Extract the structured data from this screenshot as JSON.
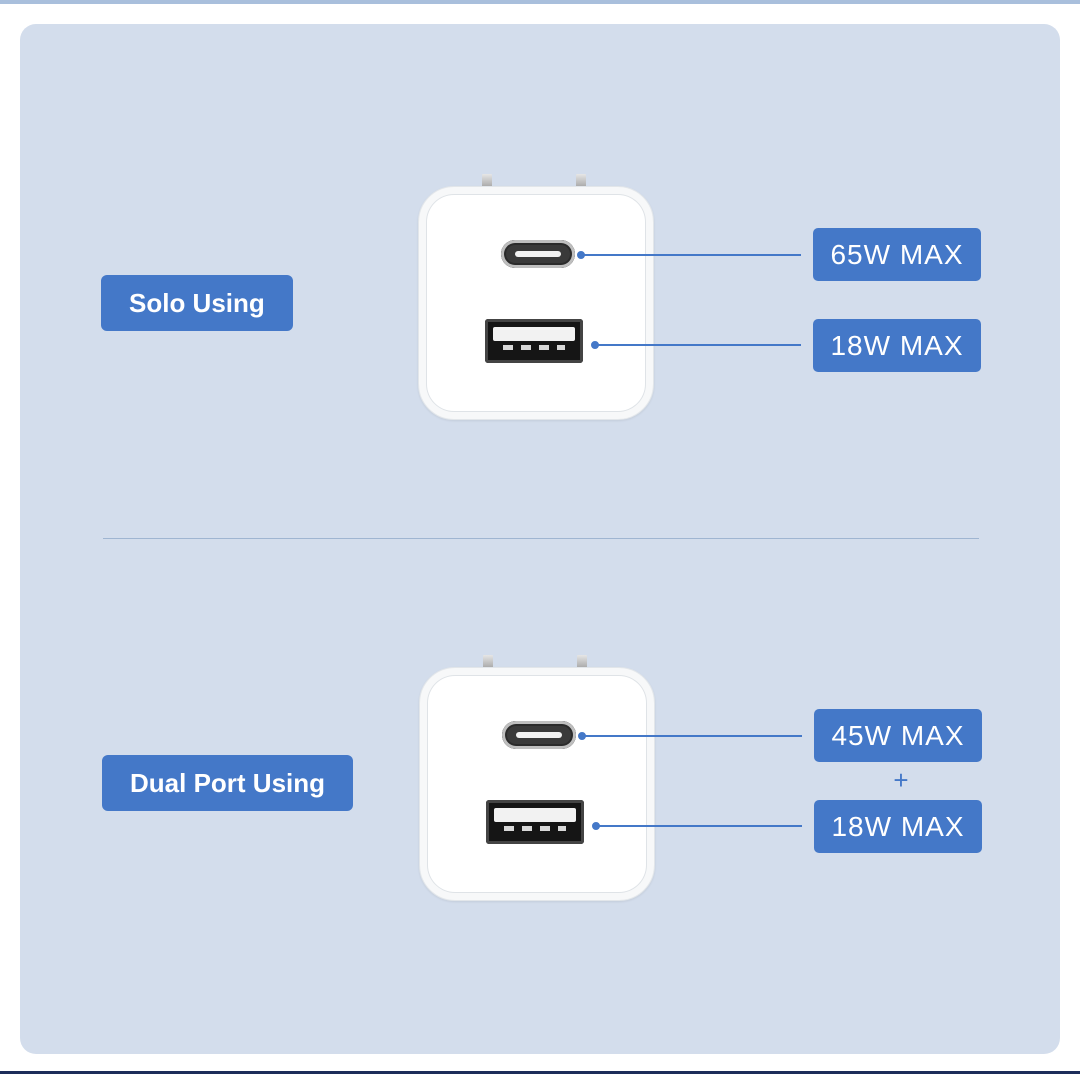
{
  "colors": {
    "panel_background": "#d3ddec",
    "accent": "#4478c8",
    "divider": "#9fb5d1"
  },
  "solo": {
    "mode_label": "Solo Using",
    "usb_c_power": "65W MAX",
    "usb_a_power": "18W MAX"
  },
  "dual": {
    "mode_label": "Dual Port Using",
    "usb_c_power": "45W MAX",
    "plus_sign": "+",
    "usb_a_power": "18W MAX"
  }
}
